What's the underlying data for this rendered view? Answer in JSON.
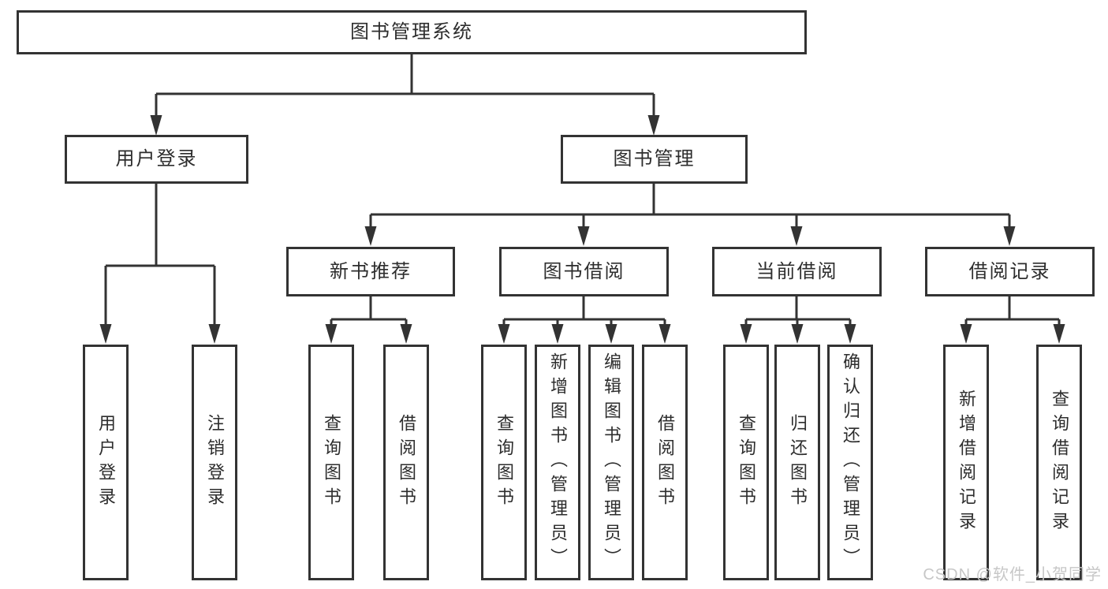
{
  "diagram_type": "hierarchy-tree",
  "colors": {
    "line": "#333333",
    "box_border": "#333333",
    "text": "#2d2d2d",
    "watermark": "#c7c7c7",
    "background": "#ffffff"
  },
  "tree": {
    "root": {
      "label": "图书管理系统",
      "children": [
        {
          "label": "用户登录",
          "children": [
            {
              "label": "用户登录"
            },
            {
              "label": "注销登录"
            }
          ]
        },
        {
          "label": "图书管理",
          "children": [
            {
              "label": "新书推荐",
              "children": [
                {
                  "label": "查询图书"
                },
                {
                  "label": "借阅图书"
                }
              ]
            },
            {
              "label": "图书借阅",
              "children": [
                {
                  "label": "查询图书"
                },
                {
                  "label": "新增图书（管理员）"
                },
                {
                  "label": "编辑图书（管理员）"
                },
                {
                  "label": "借阅图书"
                }
              ]
            },
            {
              "label": "当前借阅",
              "children": [
                {
                  "label": "查询图书"
                },
                {
                  "label": "归还图书"
                },
                {
                  "label": "确认归还（管理员）"
                }
              ]
            },
            {
              "label": "借阅记录",
              "children": [
                {
                  "label": "新增借阅记录"
                },
                {
                  "label": "查询借阅记录"
                }
              ]
            }
          ]
        }
      ]
    }
  },
  "watermark": {
    "text": "CSDN @软件_小贺同学"
  }
}
